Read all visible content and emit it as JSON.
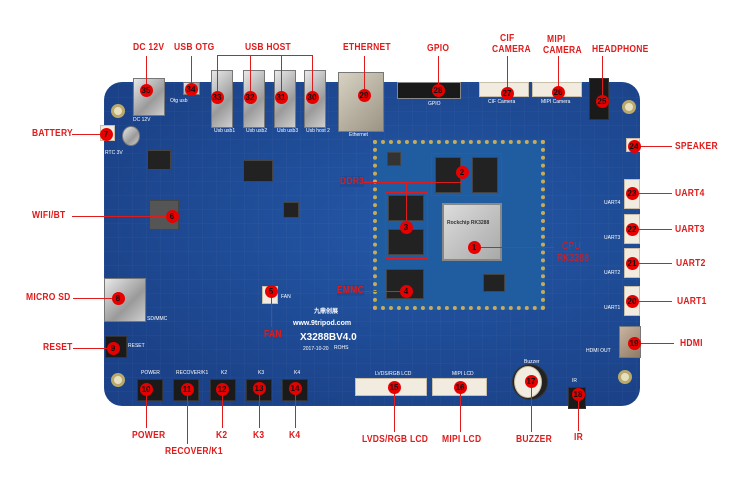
{
  "title": "X3288BV4.0 board interface diagram",
  "board": {
    "model": "X3288BV4.0",
    "website": "www.9tripod.com",
    "date": "2017-10-20",
    "rohs": "ROHS",
    "brand_cn": "九鼎创展",
    "som_cpu_marking": "Rockchip RK3288"
  },
  "silkscreen": {
    "dc12v": "DC 12V",
    "otg": "Otg usb",
    "rtc": "RTC 3V",
    "sdmmc": "SD/MMC",
    "reset": "RESET",
    "power": "POWER",
    "recover": "RECOVER/K1",
    "k2": "K2",
    "k3": "K3",
    "k4": "K4",
    "fan": "FAN",
    "lvds": "LVDS/RGB LCD",
    "mipi_lcd": "MIPI LCD",
    "buzzer": "Buzzer",
    "hdmi_out": "HDMI OUT",
    "uart1": "UART1",
    "uart2": "UART2",
    "uart3": "UART3",
    "uart4": "UART4",
    "gpio": "GPIO",
    "cif": "CIF Camera",
    "mipi_cam": "MIPI Camera",
    "ethernet": "Ethernet",
    "usb1": "Usb usb1",
    "usb2": "Usb usb2",
    "usb3": "Usb usb3",
    "usb4": "Usb host 2",
    "ir": "IR"
  },
  "callouts": [
    {
      "n": "1",
      "label": "CPU",
      "label2": "RK3288"
    },
    {
      "n": "2",
      "label": "DDR3"
    },
    {
      "n": "3",
      "label": ""
    },
    {
      "n": "4",
      "label": "EMMC"
    },
    {
      "n": "5",
      "label": "FAN"
    },
    {
      "n": "6",
      "label": "WIFI/BT"
    },
    {
      "n": "7",
      "label": "BATTERY"
    },
    {
      "n": "8",
      "label": "MICRO SD"
    },
    {
      "n": "9",
      "label": "RESET"
    },
    {
      "n": "10",
      "label": "POWER"
    },
    {
      "n": "11",
      "label": "RECOVER/K1"
    },
    {
      "n": "12",
      "label": "K2"
    },
    {
      "n": "13",
      "label": "K3"
    },
    {
      "n": "14",
      "label": "K4"
    },
    {
      "n": "15",
      "label": "LVDS/RGB LCD"
    },
    {
      "n": "16",
      "label": "MIPI LCD"
    },
    {
      "n": "17",
      "label": "BUZZER"
    },
    {
      "n": "18",
      "label": "IR"
    },
    {
      "n": "19",
      "label": "HDMI"
    },
    {
      "n": "20",
      "label": "UART1"
    },
    {
      "n": "21",
      "label": "UART2"
    },
    {
      "n": "22",
      "label": "UART3"
    },
    {
      "n": "23",
      "label": "UART4"
    },
    {
      "n": "24",
      "label": "SPEAKER"
    },
    {
      "n": "25",
      "label": "HEADPHONE"
    },
    {
      "n": "26",
      "label": "MIPI",
      "label2": "CAMERA"
    },
    {
      "n": "27",
      "label": "CIF",
      "label2": "CAMERA"
    },
    {
      "n": "28",
      "label": "GPIO"
    },
    {
      "n": "29",
      "label": "ETHERNET"
    },
    {
      "n": "30",
      "label": ""
    },
    {
      "n": "31",
      "label": ""
    },
    {
      "n": "32",
      "label": ""
    },
    {
      "n": "33",
      "label": ""
    },
    {
      "n": "34",
      "label": "USB OTG"
    },
    {
      "n": "35",
      "label": "DC 12V"
    }
  ],
  "group_labels": {
    "usb_host": "USB HOST"
  },
  "colors": {
    "callout_red": "#e01b1b",
    "pcb_blue": "#1e4b93",
    "marker_red": "#e60000"
  }
}
